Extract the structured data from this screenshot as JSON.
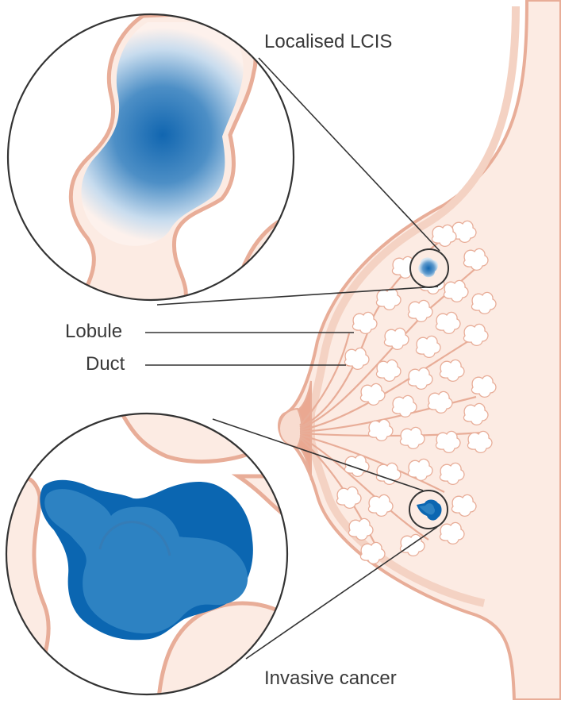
{
  "labels": {
    "localised_lcis": "Localised LCIS",
    "invasive_cancer": "Invasive cancer",
    "lobule": "Lobule",
    "duct": "Duct"
  },
  "colors": {
    "skin_fill": "#fcebe3",
    "skin_outline": "#e8ad98",
    "tissue_fill": "#f7d9cc",
    "areola": "#e9a58d",
    "lobule_fill": "#ffffff",
    "tumour_dark": "#0b66b1",
    "tumour_light": "#2d82c2",
    "lcis_center": "#1166b0",
    "line": "#333333"
  }
}
